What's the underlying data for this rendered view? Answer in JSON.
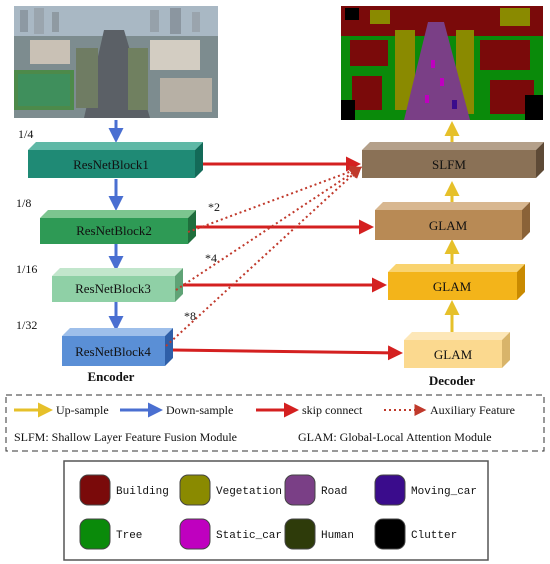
{
  "scales": [
    "1/4",
    "1/8",
    "1/16",
    "1/32"
  ],
  "encoder": {
    "title": "Encoder",
    "blocks": [
      {
        "label": "ResNetBlock1",
        "color": "#1f8a75"
      },
      {
        "label": "ResNetBlock2",
        "color": "#2e9a55"
      },
      {
        "label": "ResNetBlock3",
        "color": "#8fd0a6"
      },
      {
        "label": "ResNetBlock4",
        "color": "#5a8fd6"
      }
    ]
  },
  "decoder": {
    "title": "Decoder",
    "blocks": [
      {
        "label": "SLFM",
        "color": "#8a7156"
      },
      {
        "label": "GLAM",
        "color": "#b88a55"
      },
      {
        "label": "GLAM",
        "color": "#f3b41a"
      },
      {
        "label": "GLAM",
        "color": "#fbd98f"
      }
    ]
  },
  "aux_labels": [
    "*2",
    "*4",
    "*8"
  ],
  "legend": {
    "upsample": "Up-sample",
    "downsample": "Down-sample",
    "skip": "skip connect",
    "aux": "Auxiliary Feature",
    "slfm_desc": "SLFM:  Shallow Layer Feature Fusion Module",
    "glam_desc": "GLAM:  Global-Local Attention Module"
  },
  "colors": {
    "upsample": "#e6c02a",
    "downsample": "#4a6fd1",
    "skip": "#d42020",
    "aux": "#c0392b"
  },
  "classes": [
    {
      "name": "Building",
      "color": "#7a0a0a"
    },
    {
      "name": "Vegetation",
      "color": "#8a8a00"
    },
    {
      "name": "Road",
      "color": "#7a3f86"
    },
    {
      "name": "Moving_car",
      "color": "#3a0c8c"
    },
    {
      "name": "Tree",
      "color": "#0a8a0a"
    },
    {
      "name": "Static_car",
      "color": "#bf00bf"
    },
    {
      "name": "Human",
      "color": "#2e3b0a"
    },
    {
      "name": "Clutter",
      "color": "#000000"
    }
  ]
}
